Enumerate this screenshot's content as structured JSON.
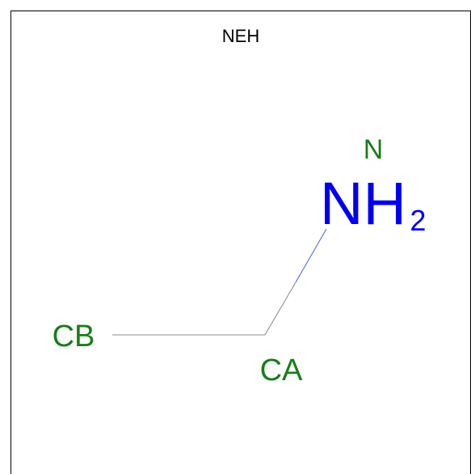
{
  "molecule": {
    "title": "NEH",
    "atoms": {
      "n": {
        "label": "N",
        "group_main": "NH",
        "group_sub": "2",
        "label_color": "#1a7d1a",
        "group_color": "#0000ee"
      },
      "ca": {
        "label": "CA",
        "color": "#1a7d1a"
      },
      "cb": {
        "label": "CB",
        "color": "#1a7d1a"
      }
    },
    "bonds": [
      {
        "from": "cb",
        "to": "ca"
      },
      {
        "from": "ca",
        "to": "n"
      }
    ],
    "colors": {
      "bond_carbon": "#888888",
      "bond_nitrogen": "#4a5fe8",
      "title": "#000000"
    }
  }
}
